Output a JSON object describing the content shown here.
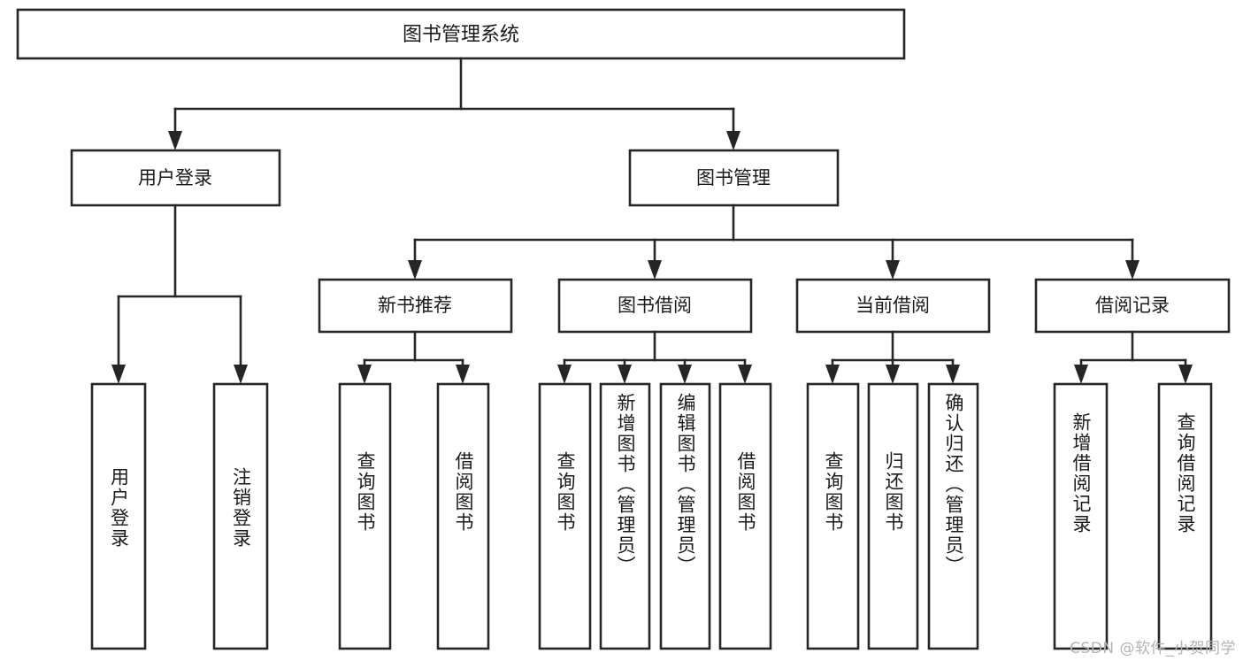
{
  "diagram": {
    "title": "图书管理系统",
    "type": "tree",
    "watermark": "CSDN @软件_小贺同学",
    "colors": {
      "box_stroke": "#262626",
      "box_fill": "#ffffff",
      "text": "#1a1a1a",
      "background": "#ffffff",
      "watermark": "#b3b3b3"
    },
    "root": {
      "label": "图书管理系统"
    },
    "level2": [
      {
        "label": "用户登录"
      },
      {
        "label": "图书管理"
      }
    ],
    "level3": [
      {
        "label": "新书推荐"
      },
      {
        "label": "图书借阅"
      },
      {
        "label": "当前借阅"
      },
      {
        "label": "借阅记录"
      }
    ],
    "leaves": {
      "user_login": [
        {
          "label": "用户登录"
        },
        {
          "label": "注销登录"
        }
      ],
      "new_book_recommend": [
        {
          "label": "查询图书"
        },
        {
          "label": "借阅图书"
        }
      ],
      "book_borrow": [
        {
          "label": "查询图书"
        },
        {
          "label": "新增图书（管理员）"
        },
        {
          "label": "编辑图书（管理员）"
        },
        {
          "label": "借阅图书"
        }
      ],
      "current_borrow": [
        {
          "label": "查询图书"
        },
        {
          "label": "归还图书"
        },
        {
          "label": "确认归还（管理员）"
        }
      ],
      "borrow_record": [
        {
          "label": "新增借阅记录"
        },
        {
          "label": "查询借阅记录"
        }
      ]
    }
  }
}
